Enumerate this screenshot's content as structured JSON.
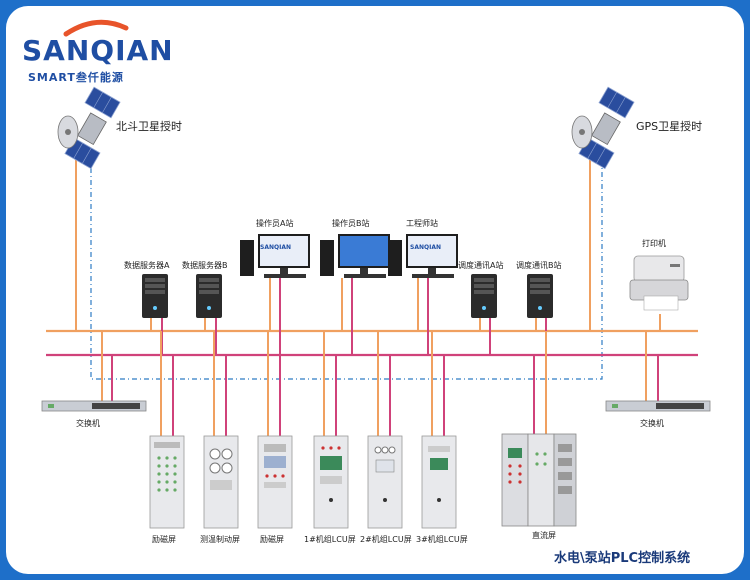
{
  "logo": {
    "main": "SANQIAN",
    "sub": "SMART叁仟能源"
  },
  "satellites": {
    "left": "北斗卫星授时",
    "right": "GPS卫星授时"
  },
  "stations": {
    "op_a": "操作员A站",
    "op_b": "操作员B站",
    "eng": "工程师站"
  },
  "servers": {
    "a": "数据服务器A",
    "b": "数据服务器B",
    "comm_a": "调度通讯A站",
    "comm_b": "调度通讯B站"
  },
  "monitor_text": "SANQIAN",
  "printer": "打印机",
  "switches": {
    "left": "交换机",
    "right": "交换机"
  },
  "cabinets": {
    "c1": "励磁屏",
    "c2": "测温制动屏",
    "c3": "励磁屏",
    "c4": "1#机组LCU屏",
    "c5": "2#机组LCU屏",
    "c6": "3#机组LCU屏",
    "dc": "直流屏"
  },
  "title": "水电\\泵站PLC控制系统",
  "colors": {
    "orange": "#f0a060",
    "pink": "#d0427a",
    "blue_dash": "#2e7cc4",
    "frame": "#1e6fc9"
  }
}
